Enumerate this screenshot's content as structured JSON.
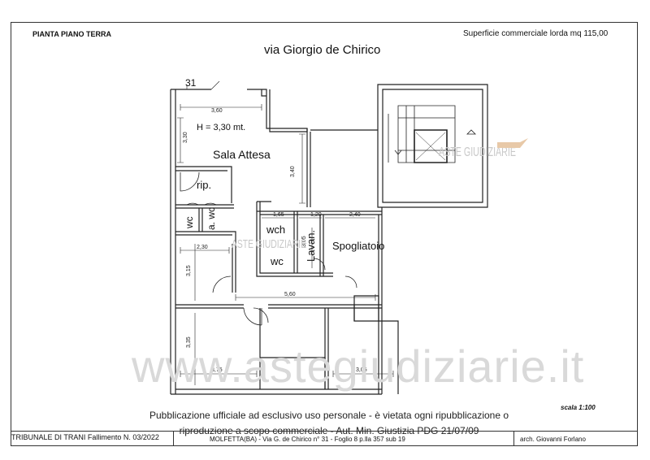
{
  "header": {
    "plan_title": "PIANTA PIANO TERRA",
    "surface": "Superficie commerciale lorda mq  115,00",
    "street": "via Giorgio de Chirico"
  },
  "plan": {
    "civic_number": "31",
    "height_note": "H = 3,30 mt.",
    "rooms": {
      "sala_attesa": "Sala Attesa",
      "rip": "rip.",
      "wc1": "wc",
      "awc": "a. wc",
      "wch": "wch",
      "wc2": "wc",
      "lavan": "Lavan.",
      "spogliatoio": "Spogliatoio"
    },
    "dimensions": {
      "d360": "3,60",
      "d330": "3,30",
      "d340": "3,40",
      "d165": "1,65",
      "d120": "1,20",
      "d240": "2,40",
      "d305v": "3,05",
      "d230": "2,30",
      "d315": "3,15",
      "d560": "5,60",
      "d335": "3,35",
      "d375": "3,75",
      "d305h": "3,05"
    },
    "watermark_logo": "ASTE GIUDIZIARIE"
  },
  "watermark_text": "www.astegiudiziarie.it",
  "notice": "Pubblicazione ufficiale ad esclusivo uso personale - è vietata ogni ripubblicazione o riproduzione a scopo commerciale - Aut. Min. Giustizia PDG 21/07/09",
  "scale": "scala 1:100",
  "footer": {
    "court": "TRIBUNALE DI TRANI Fallimento N. 03/2022",
    "address": "MOLFETTA(BA) - Via G. de Chirico n° 31 - Foglio 8 p.lla 357 sub 19",
    "architect": "arch. Giovanni Forlano"
  }
}
